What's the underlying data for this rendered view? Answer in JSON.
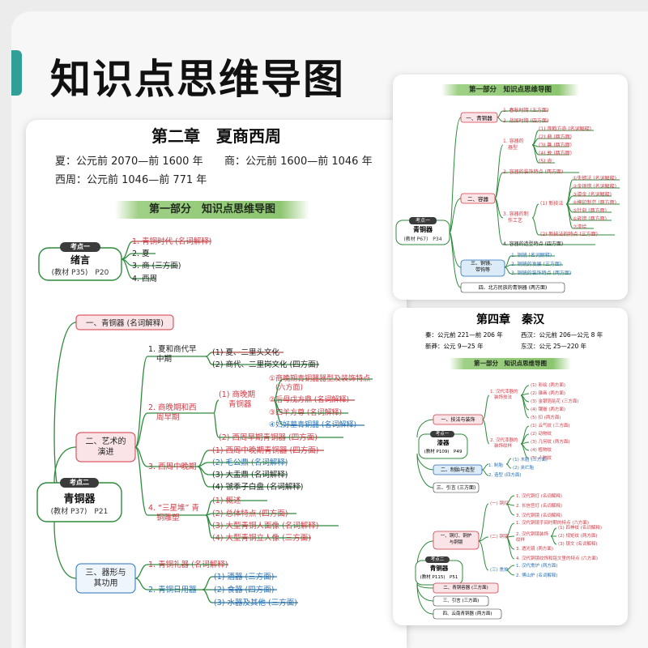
{
  "page": {
    "heading": "知识点思维导图"
  },
  "main": {
    "chapter_title": "第二章　夏商西周",
    "dates": [
      "夏：公元前 2070—前 1600 年",
      "商：公元前 1600—前 1046 年",
      "西周：公元前 1046—前 771 年"
    ],
    "banner": "第一部分　知识点思维导图",
    "k1": {
      "tag": "考点一",
      "title": "绪言",
      "ref": "(教材 P35)　P20",
      "items": [
        "1. 青铜时代 (名词解释)",
        "2. 夏",
        "3. 商 (三方面)",
        "4. 西周"
      ]
    },
    "k2": {
      "tag": "考点二",
      "title": "青铜器",
      "ref": "(教材 P37)　P21"
    },
    "b1": "一、青铜器 (名词解释)",
    "b2": [
      "二、艺术的",
      "演进"
    ],
    "b3": [
      "三、器形与",
      "其功用"
    ],
    "s1": [
      "1. 夏和商代早",
      "中期"
    ],
    "s1_items": [
      "(1) 夏、二里头文化",
      "(2) 商代、二里岗文化 (四方面)"
    ],
    "s2": [
      "2. 商晚期和西",
      "周早期"
    ],
    "s2_1": [
      "(1) 商晚期",
      "青铜器"
    ],
    "s2_1_items": [
      "①商晚期青铜器器型及装饰特点",
      "(六方面)",
      "②后母戊方鼎 (名词解释)",
      "③四羊方尊 (名词解释)",
      "④妇好墓青铜器 (名词解释)"
    ],
    "s2_2": "(2) 西周早期青铜器 (四方面)",
    "s3": "3. 西周中晚期",
    "s3_items": [
      "(1) 西周中晚期青铜器 (四方面)",
      "(2) 毛公鼎 (名词解释)",
      "(3) 大盂鼎 (名词解释)",
      "(4) 虢季子白盘 (名词解释)"
    ],
    "s4": [
      "4. “三星堆” 青",
      "铜雕塑"
    ],
    "s4_items": [
      "(1) 概述",
      "(2) 总体特点 (四方面)",
      "(3) 大型青铜人面像 (名词解释)",
      "(4) 大型青铜立人像 (三方面)"
    ],
    "s5": "1. 青铜礼器 (名词解释)",
    "s6": "2. 青铜日用器",
    "s6_items": [
      "(1) 酒器 (三方面)",
      "(2) 食器 (四方面)",
      "(3) 水器及其他 (三方面)"
    ]
  },
  "r1": {
    "banner": "第一部分　知识点思维导图",
    "node": {
      "tag": "考点一",
      "title": "青铜器",
      "ref": "(教材 P67)　P34"
    },
    "b1": "一、青铜器",
    "b1_items": [
      "1. 春秋时期 (五方面)",
      "2. 战国时期 (四方面)"
    ],
    "b2": "二、容器",
    "b2_s1": [
      "1. 容器的",
      "器型"
    ],
    "b2_s1_items": [
      "(1) 莲鹤方壶 (名词解释)",
      "(2) 鼎 (两方面)",
      "(3) 簋 (两方面)",
      "(4) 敦 (两方面)",
      "(5) 壶"
    ],
    "b2_s2": "2. 容器的装饰特点 (两方面)",
    "b2_s3": [
      "3. 容器的制",
      "作工艺"
    ],
    "b2_s3_n1": "(1) 新技法",
    "b2_s3_n1_items": [
      "①失蜡法 (名词解释)",
      "②金银错 (名词解释)",
      "③鎏金 (名词解释)",
      "④模印制范 (两方面)",
      "⑤针刻 (两方面)",
      "⑥嵌错 (两方面)",
      "⑦漆绘"
    ],
    "b2_s3_n2": "(2) 新技法的特点 (三方面)",
    "b2_s4": "4. 容器的造型特点 (四方面)",
    "b3": [
      "三、铜镜、",
      "带钩等"
    ],
    "b3_items": [
      "1. 铜镜 (名词解释)",
      "2. 铜镜的发展 (三方面)",
      "3. 铜镜的装饰特点 (两方面)"
    ],
    "b4": "四、北方民族的青铜器 (两方面)"
  },
  "r2": {
    "chapter_title": "第四章　秦汉",
    "dates": [
      "秦：公元前 221—前 206 年",
      "西汉：公元前 206—公元 8 年",
      "新莽：公元 9—25 年",
      "东汉：公元 25—220 年"
    ],
    "banner": "第一部分　知识点思维导图",
    "k1": {
      "tag": "考点一",
      "title": "漆器",
      "ref": "(教材 P109)　P49"
    },
    "k1_b1": "一、技法与装饰",
    "k1_b1_s1": [
      "1. 汉代漆器的",
      "装饰技法"
    ],
    "k1_b1_s1_items": [
      "(1) 彩绘 (两方面)",
      "(2) 锥画 (两方面)",
      "(3) 金银箔贴花 (三方面)",
      "(4) 镶嵌 (两方面)",
      "(5) 扣 (两方面)"
    ],
    "k1_b1_s2": [
      "2. 汉代漆器的",
      "装饰纹样"
    ],
    "k1_b1_s2_items": [
      "(1) 云气纹 (三方面)",
      "(2) 动物纹",
      "(3) 几何纹 (两方面)",
      "(4) 植物纹",
      "(5) 人物纹"
    ],
    "k1_b2": "二、制胎与造型",
    "k1_b2_items": [
      "1. 制胎",
      "2. 造型 (四方面)"
    ],
    "k1_b2_s1_items": [
      "(1) 木胎 (三方面)",
      "(2) 夹纻胎"
    ],
    "k1_b3": "三、引言 (三方面)",
    "k2": {
      "tag": "考点二",
      "title": "青铜器",
      "ref": "(教材 P115)　P51"
    },
    "k2_b1": [
      "一、铜灯、铜炉",
      "与铜镜"
    ],
    "k2_n1": "(一) 铜灯",
    "k2_n1_items": [
      "1. 汉代铜灯 (名词解释)",
      "2. 长信宫灯 (名词解释)",
      "3. 汉代铜镜 (名词解释)"
    ],
    "k2_n2": "(二) 铜镜",
    "k2_n2_items": [
      "1. 汉代铜镜手间时期的特点 (六方面)",
      "2. 汉代铜镜装饰纹样",
      "3. 透光镜 (两方面)",
      "4. 汉代铜镜纹饰和铭文里的特点 (六方面)"
    ],
    "k2_n2_s2_items": [
      "(1) 四神纹 (名词解释)",
      "(2) 规矩纹 (两方面)",
      "(3) 镜文 (名词解释)"
    ],
    "k2_n3": "(三) 熏炉",
    "k2_n3_items": [
      "1. 汉代熏炉 (两方面)",
      "2. 博山炉 (名词解释)"
    ],
    "k2_b2": "二、青铜容器 (三方面)",
    "k2_b3": "三、引言 (三方面)",
    "k2_b4": "四、云南青铜器 (两方面)"
  },
  "colors": {
    "green_line": "#2e8b3d",
    "red": "#d23a45",
    "pink_fill": "#fbe4e8",
    "blue": "#2a72b8",
    "blue_fill": "#dcebf8"
  }
}
